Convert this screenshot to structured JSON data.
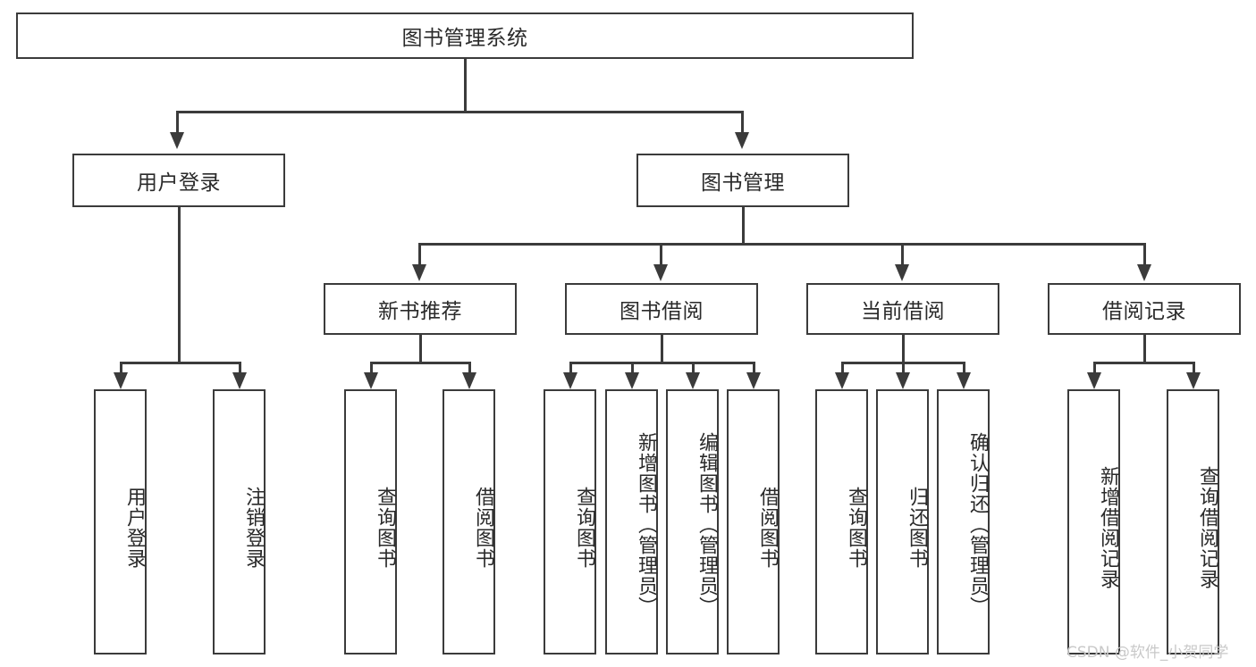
{
  "diagram": {
    "title_node": {
      "label": "图书管理系统"
    },
    "level2": [
      {
        "label": "用户登录"
      },
      {
        "label": "图书管理"
      }
    ],
    "level3": [
      {
        "label": "新书推荐"
      },
      {
        "label": "图书借阅"
      },
      {
        "label": "当前借阅"
      },
      {
        "label": "借阅记录"
      }
    ],
    "leaves": {
      "user_login": [
        {
          "label": "用户登录"
        },
        {
          "label": "注销登录"
        }
      ],
      "new_book_recommend": [
        {
          "label": "查询图书"
        },
        {
          "label": "借阅图书"
        }
      ],
      "book_borrow": [
        {
          "label": "查询图书"
        },
        {
          "label": "新增图书（管理员）"
        },
        {
          "label": "编辑图书（管理员）"
        },
        {
          "label": "借阅图书"
        }
      ],
      "current_borrow": [
        {
          "label": "查询图书"
        },
        {
          "label": "归还图书"
        },
        {
          "label": "确认归还（管理员）"
        }
      ],
      "borrow_record": [
        {
          "label": "新增借阅记录"
        },
        {
          "label": "查询借阅记录"
        }
      ]
    }
  },
  "watermark": {
    "text": "CSDN @软件_小贺同学"
  },
  "colors": {
    "stroke": "#3b3b3b",
    "text": "#2a2a2a",
    "background": "#ffffff",
    "watermark": "#c9c9c9"
  }
}
